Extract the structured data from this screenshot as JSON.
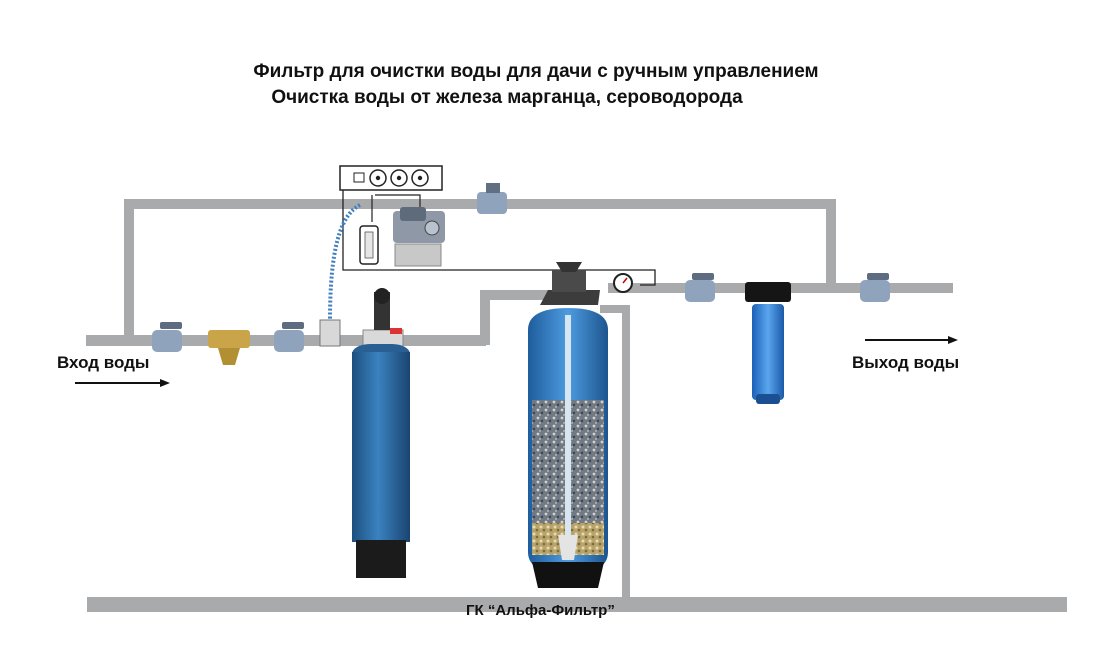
{
  "title": {
    "line1": "Фильтр для очистки воды для дачи с ручным управлением",
    "line2": "Очистка воды от железа марганца, сероводорода"
  },
  "labels": {
    "inlet": "Вход воды",
    "outlet": "Выход воды",
    "company": "ГК  “Альфа-Фильтр”"
  },
  "colors": {
    "pipe": "#a9aaac",
    "tank_blue": "#2f6fa8",
    "valve": "#8fa3bd",
    "brass": "#c9a448",
    "tubing": "#3f7fbf"
  },
  "icons": {
    "inlet_arrow": "arrow-right",
    "outlet_arrow": "arrow-right"
  }
}
